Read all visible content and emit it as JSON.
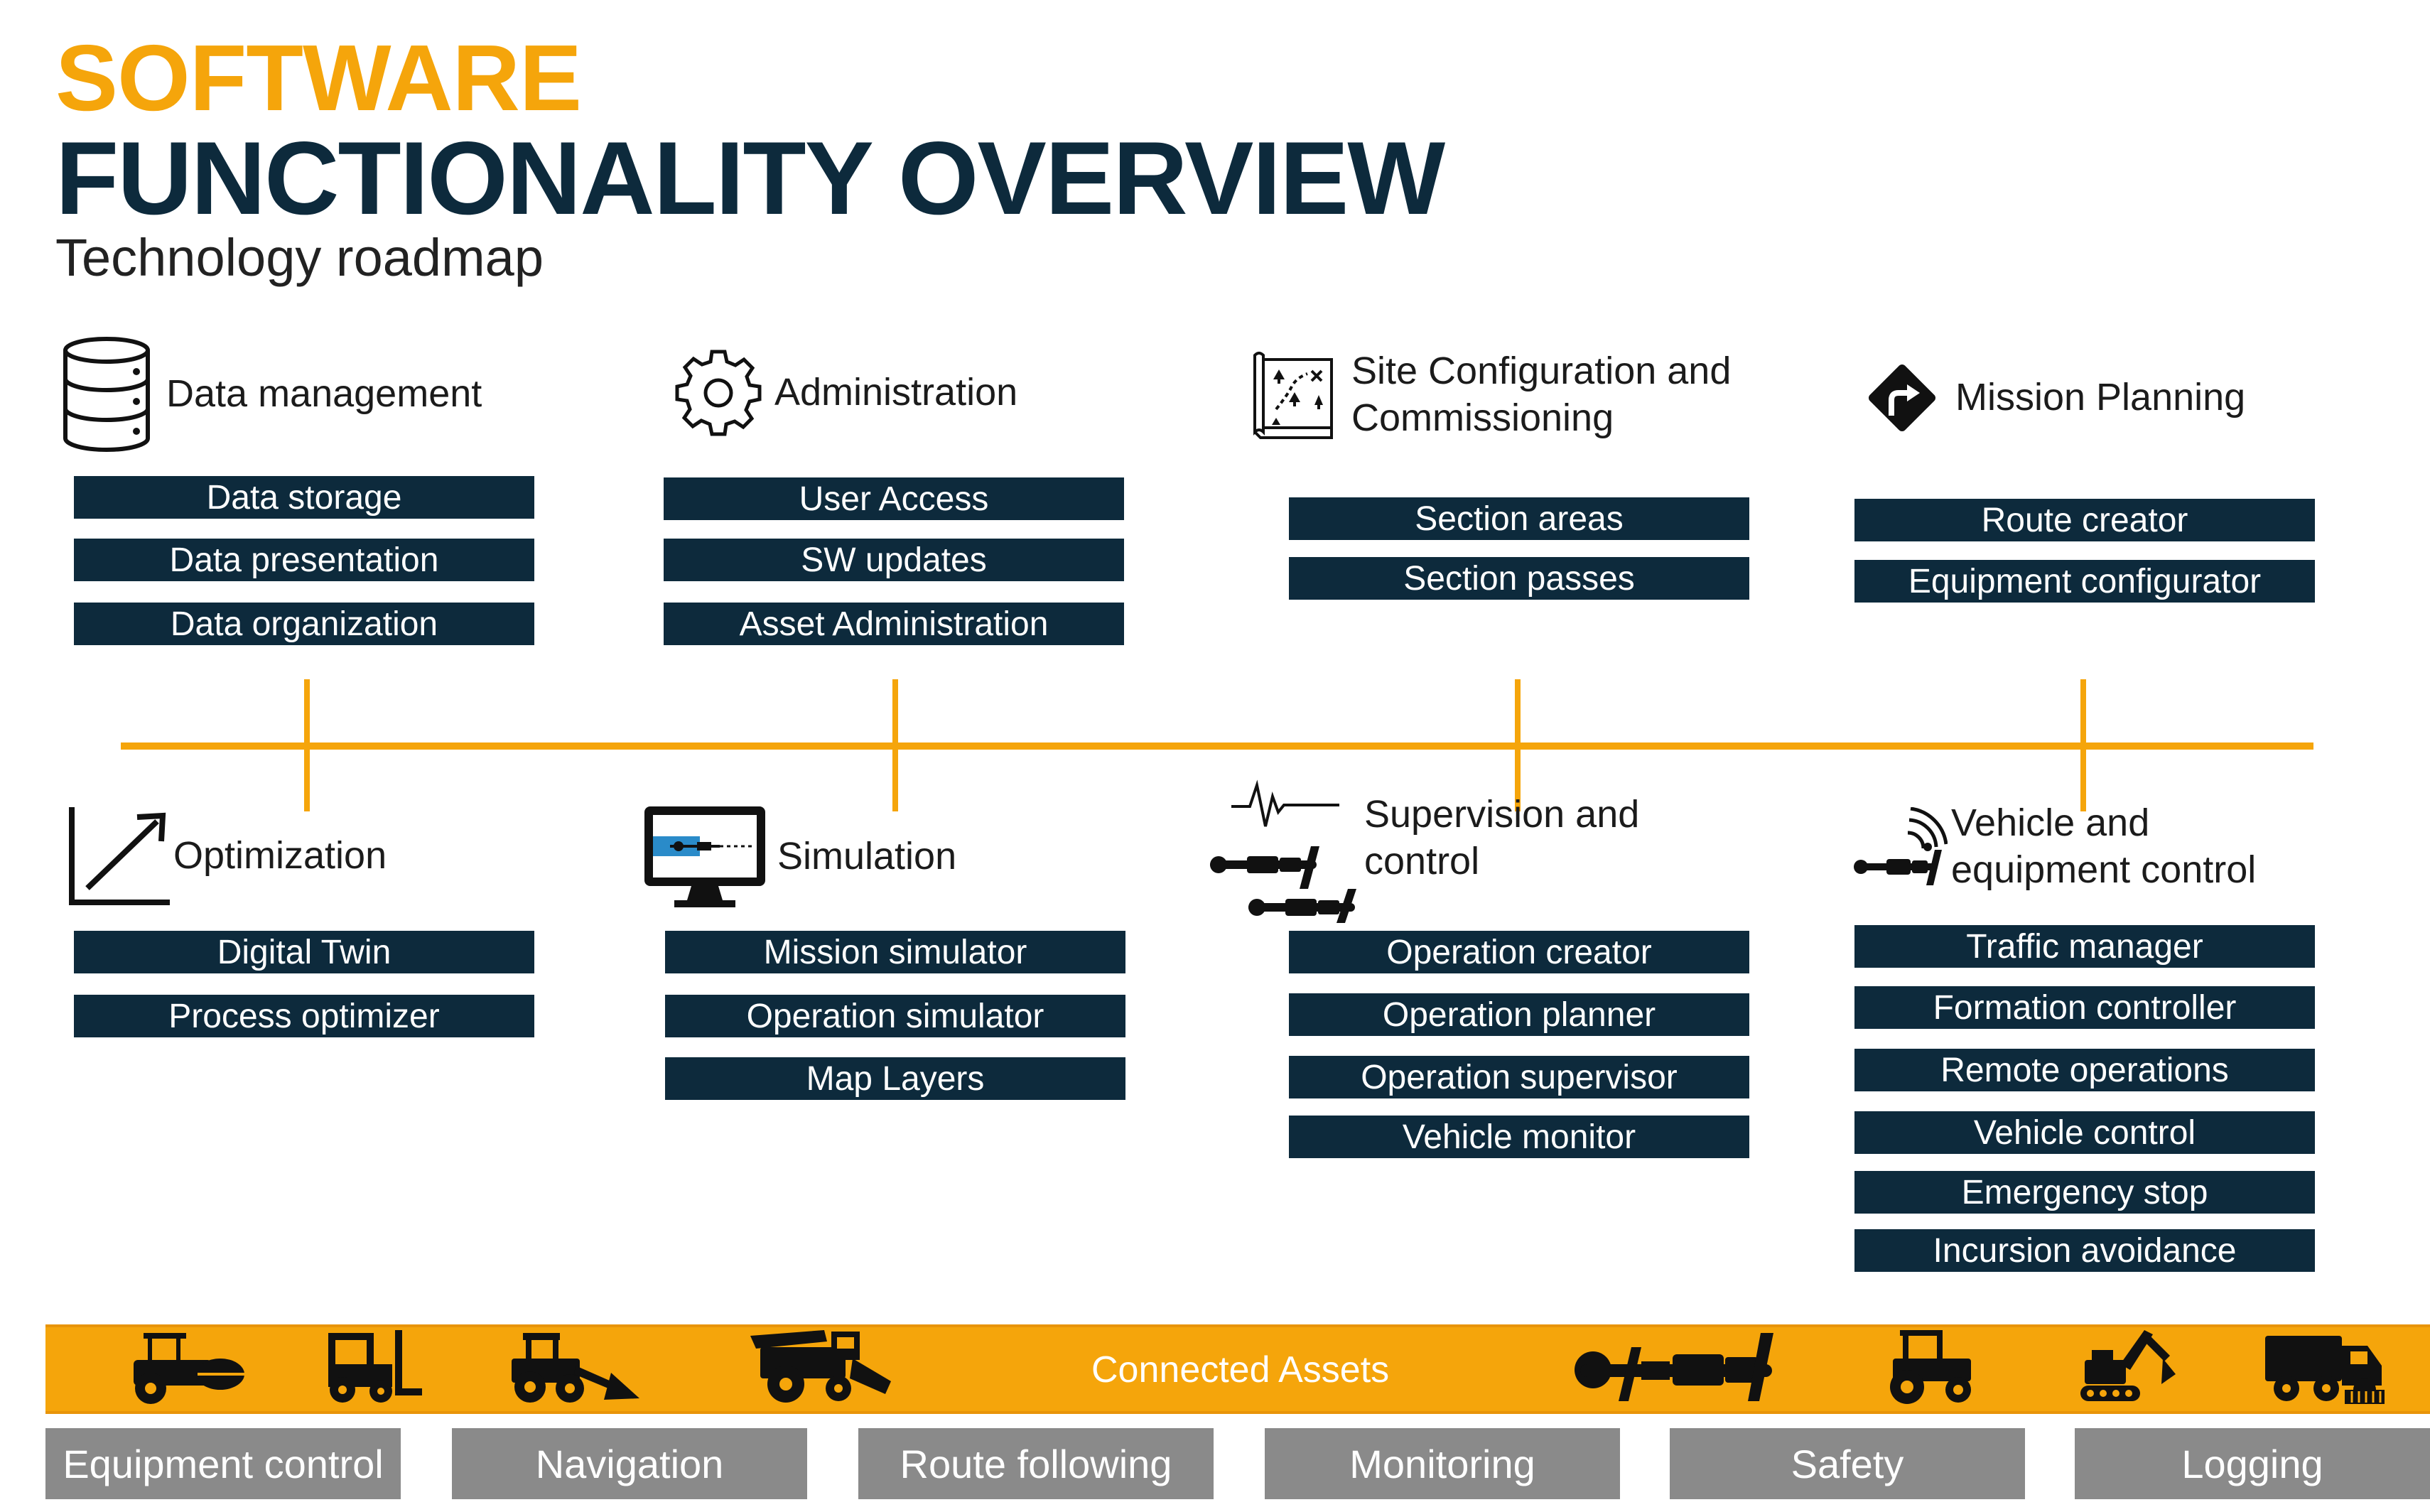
{
  "header": {
    "title_line1": "SOFTWARE",
    "title_line2": "FUNCTIONALITY OVERVIEW",
    "subtitle": "Technology roadmap"
  },
  "colors": {
    "accent": "#F5A50B",
    "navy": "#0D2A3C",
    "feature_gray": "#8A8A8A",
    "map_blue": "#2A8BC9"
  },
  "top_categories": [
    {
      "label": "Data management",
      "icon": "database-icon",
      "items": [
        "Data storage",
        "Data presentation",
        "Data organization"
      ]
    },
    {
      "label": "Administration",
      "icon": "gear-icon",
      "items": [
        "User Access",
        "SW updates",
        "Asset Administration"
      ]
    },
    {
      "label": "Site Configuration and Commissioning",
      "icon": "site-map-icon",
      "items": [
        "Section areas",
        "Section passes"
      ]
    },
    {
      "label": "Mission Planning",
      "icon": "route-sign-icon",
      "items": [
        "Route creator",
        "Equipment configurator"
      ]
    }
  ],
  "bottom_categories": [
    {
      "label": "Optimization",
      "icon": "growth-chart-icon",
      "items": [
        "Digital Twin",
        "Process optimizer"
      ]
    },
    {
      "label": "Simulation",
      "icon": "monitor-icon",
      "items": [
        "Mission simulator",
        "Operation simulator",
        "Map Layers"
      ]
    },
    {
      "label": "Supervision and control",
      "icon": "signal-vehicles-icon",
      "items": [
        "Operation creator",
        "Operation planner",
        "Operation supervisor",
        "Vehicle monitor"
      ]
    },
    {
      "label": "Vehicle and equipment control",
      "icon": "wireless-vehicle-icon",
      "items": [
        "Traffic manager",
        "Formation controller",
        "Remote operations",
        "Vehicle control",
        "Emergency stop",
        "Incursion avoidance"
      ]
    }
  ],
  "assets": {
    "label": "Connected Assets",
    "vehicles": [
      "roller-icon",
      "forklift-icon",
      "wheel-loader-icon",
      "combine-harvester-icon",
      "mining-truck-icon",
      "tractor-icon",
      "excavator-icon",
      "dump-truck-icon"
    ]
  },
  "features": [
    "Equipment control",
    "Navigation",
    "Route following",
    "Monitoring",
    "Safety",
    "Logging"
  ]
}
